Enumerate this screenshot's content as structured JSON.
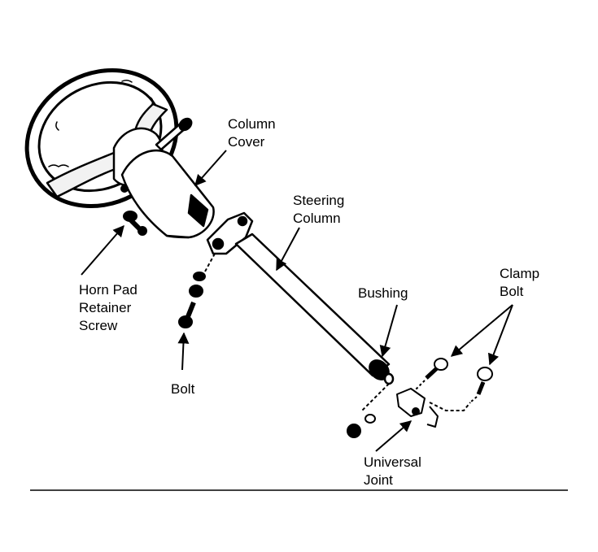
{
  "labels": {
    "column_cover": [
      "Column",
      "Cover"
    ],
    "steering_column": [
      "Steering",
      "Column"
    ],
    "horn_pad_retainer_screw": [
      "Horn Pad",
      "Retainer",
      "Screw"
    ],
    "bolt": "Bolt",
    "bushing": "Bushing",
    "clamp_bolt": [
      "Clamp",
      "Bolt"
    ],
    "universal_joint": [
      "Universal",
      "Joint"
    ]
  },
  "colors": {
    "ink": "#000000",
    "paper": "#ffffff",
    "fill": "#f2f2f2"
  }
}
